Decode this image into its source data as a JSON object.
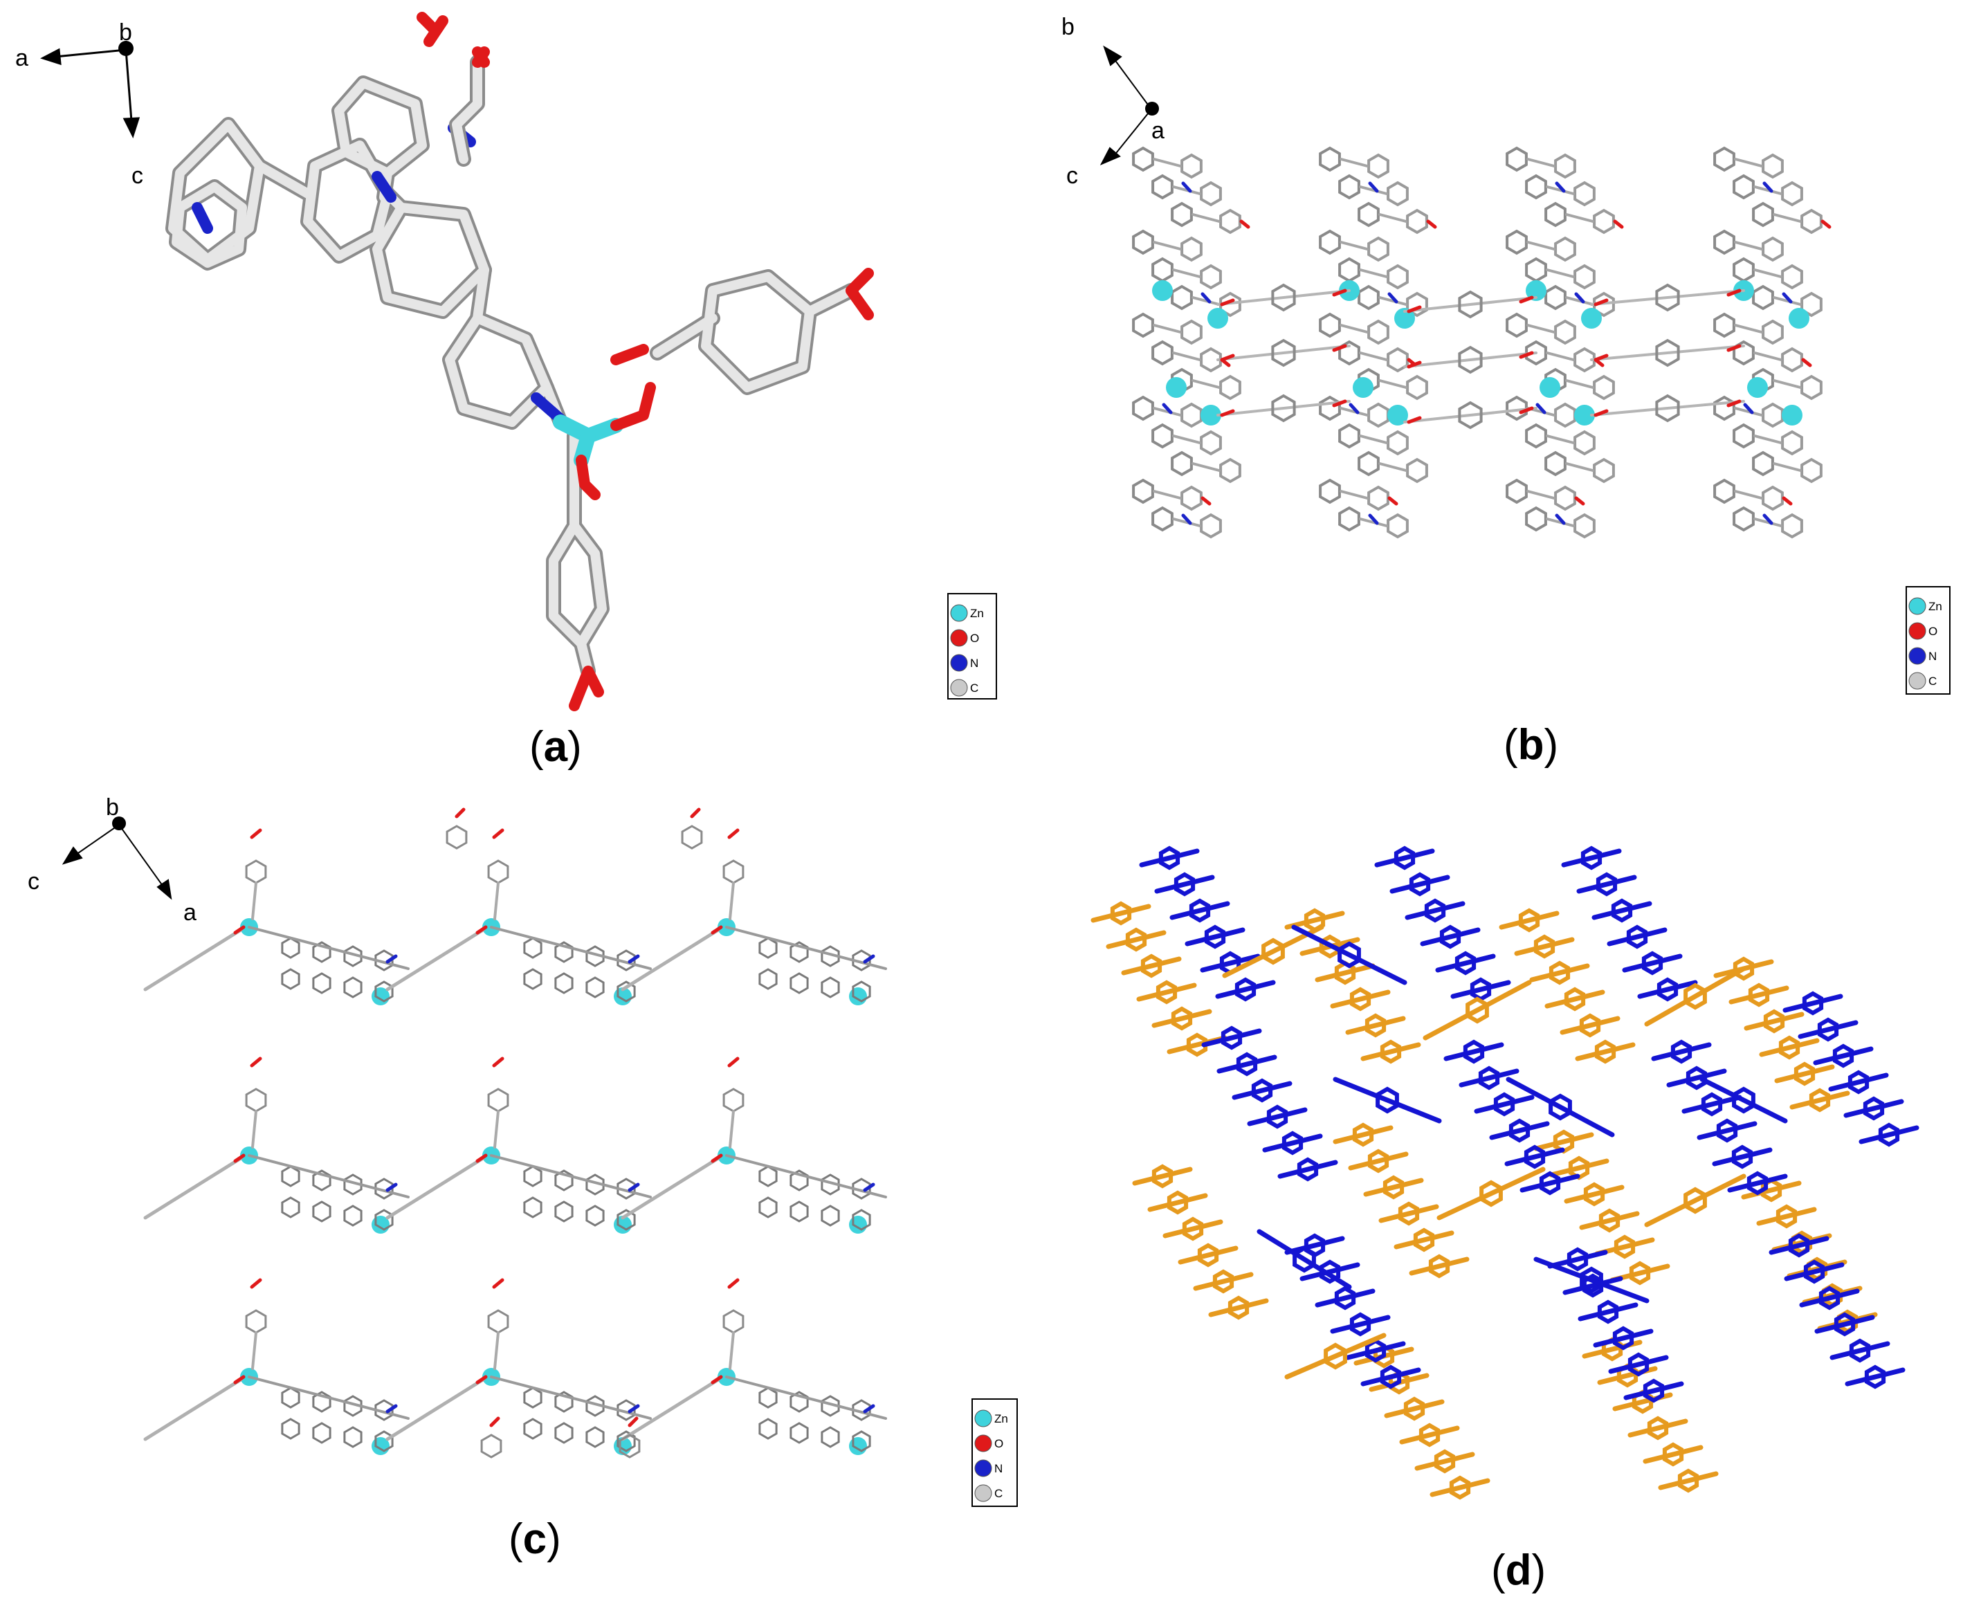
{
  "panels": [
    {
      "id": "a",
      "caption_open": "(",
      "caption_letter": "a",
      "caption_close": ")",
      "axes": {
        "h": "a",
        "v": "c",
        "p": "b"
      }
    },
    {
      "id": "b",
      "caption_open": "(",
      "caption_letter": "b",
      "caption_close": ")",
      "axes": {
        "h": "c",
        "v": "b",
        "p": "a"
      }
    },
    {
      "id": "c",
      "caption_open": "(",
      "caption_letter": "c",
      "caption_close": ")",
      "axes": {
        "h": "c",
        "v": "a",
        "p": "b"
      }
    },
    {
      "id": "d",
      "caption_open": "(",
      "caption_letter": "d",
      "caption_close": ")"
    }
  ],
  "legend": [
    {
      "label": "Zn",
      "color": "#3fd3dc"
    },
    {
      "label": "O",
      "color": "#e0191a"
    },
    {
      "label": "N",
      "color": "#1a23c9"
    },
    {
      "label": "C",
      "color": "#c9c9c9"
    }
  ],
  "colors": {
    "bond": "#d9d9d9",
    "bond_dark": "#7f7f7f",
    "net_blue": "#1414d2",
    "net_orange": "#e69a1e"
  }
}
